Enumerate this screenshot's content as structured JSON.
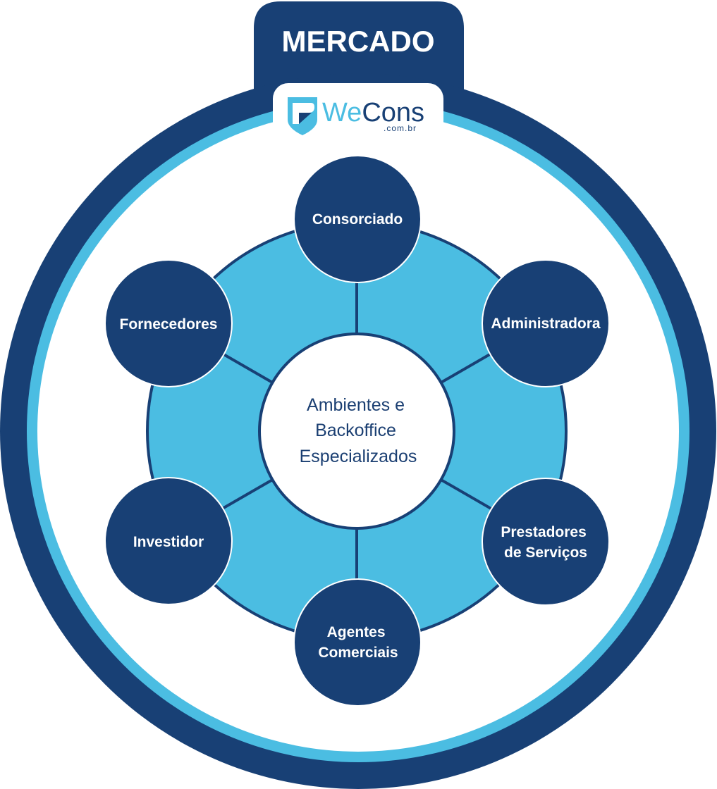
{
  "title": "MERCADO",
  "logo": {
    "part1": "We",
    "part2": "Cons",
    "domain": ".com.br",
    "icon": "wecons-shield-logo"
  },
  "center": {
    "lines": [
      "Ambientes e",
      "Backoffice",
      "Especializados"
    ]
  },
  "nodes": [
    {
      "id": "consorciado",
      "lines": [
        "Consorciado"
      ]
    },
    {
      "id": "administradora",
      "lines": [
        "Administradora"
      ]
    },
    {
      "id": "prestadores-servicos",
      "lines": [
        "Prestadores",
        "de Serviços"
      ]
    },
    {
      "id": "agentes-comerciais",
      "lines": [
        "Agentes",
        "Comerciais"
      ]
    },
    {
      "id": "investidor",
      "lines": [
        "Investidor"
      ]
    },
    {
      "id": "fornecedores",
      "lines": [
        "Fornecedores"
      ]
    }
  ],
  "colors": {
    "navy": "#184075",
    "light_blue": "#4bbde2",
    "white": "#ffffff"
  }
}
